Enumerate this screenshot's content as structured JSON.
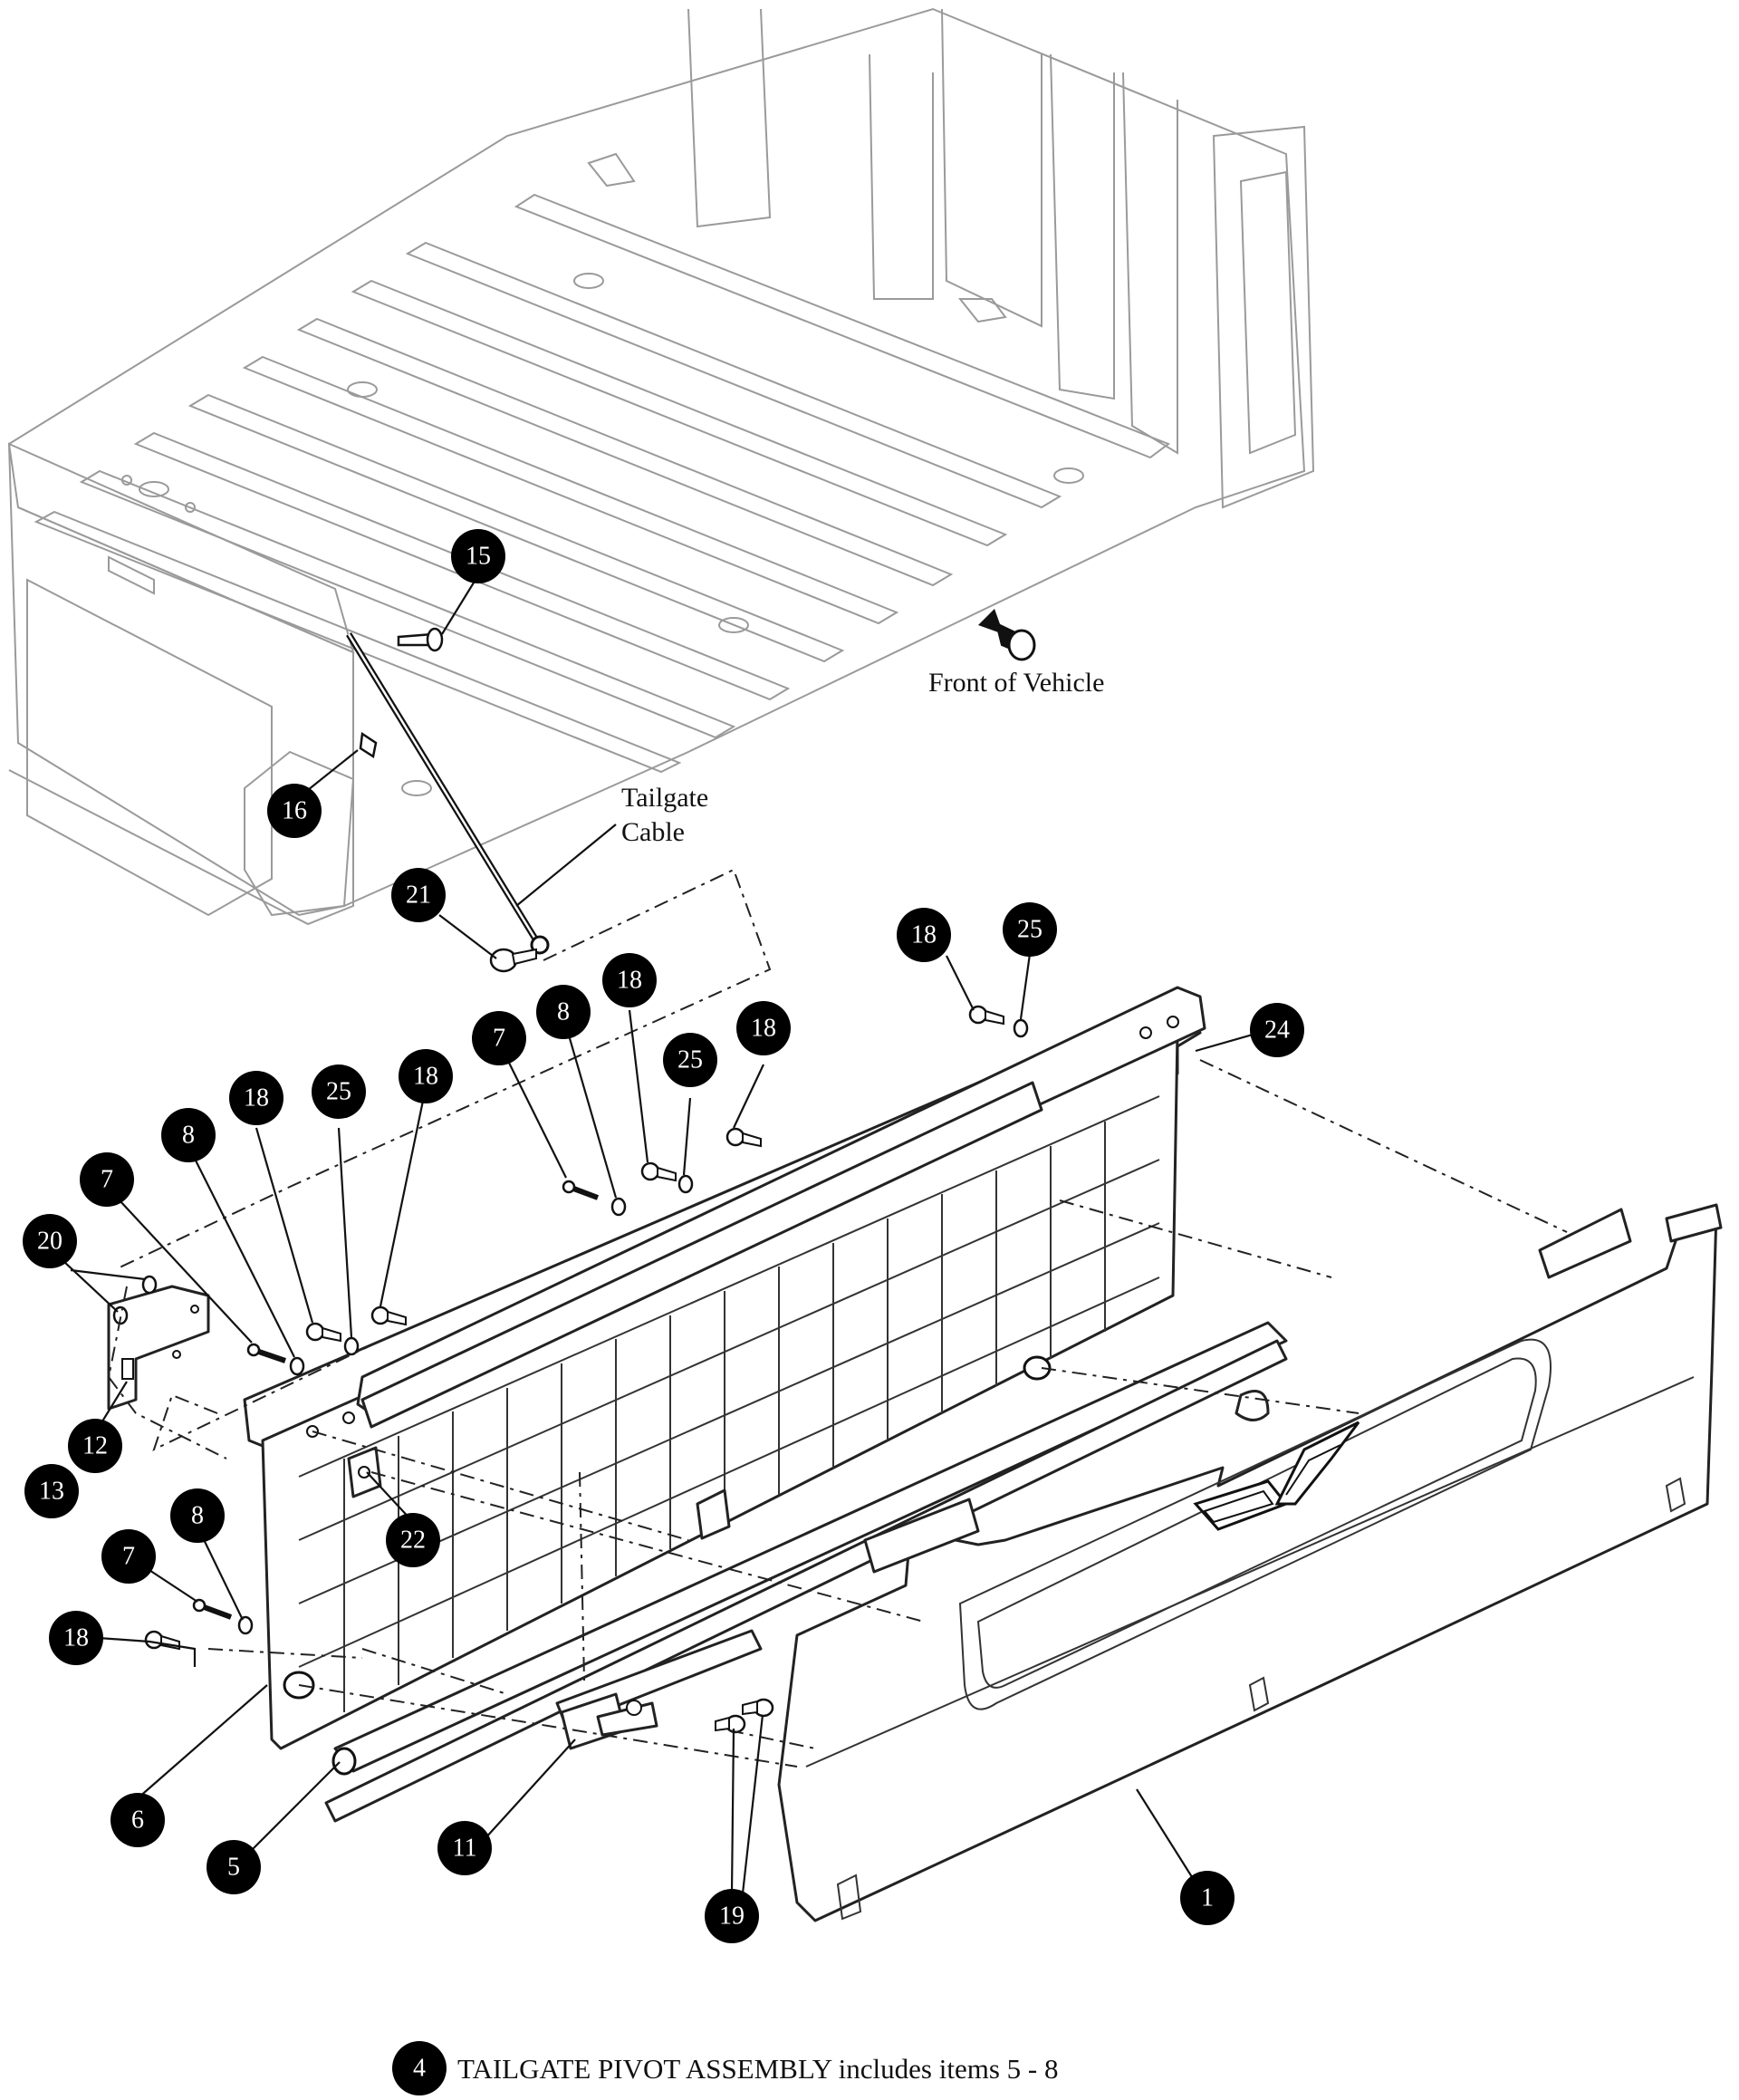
{
  "labels": {
    "front_of_vehicle": "Front of Vehicle",
    "tailgate_cable_line1": "Tailgate",
    "tailgate_cable_line2": "Cable"
  },
  "note": {
    "number": "4",
    "text": "TAILGATE PIVOT ASSEMBLY includes items 5 - 8"
  },
  "callouts": [
    {
      "id": "c15",
      "text": "15"
    },
    {
      "id": "c16",
      "text": "16"
    },
    {
      "id": "c21",
      "text": "21"
    },
    {
      "id": "c18a",
      "text": "18"
    },
    {
      "id": "c25a",
      "text": "25"
    },
    {
      "id": "c24",
      "text": "24"
    },
    {
      "id": "c7a",
      "text": "7"
    },
    {
      "id": "c8a",
      "text": "8"
    },
    {
      "id": "c18b",
      "text": "18"
    },
    {
      "id": "c25b",
      "text": "25"
    },
    {
      "id": "c18c",
      "text": "18"
    },
    {
      "id": "c18d",
      "text": "18"
    },
    {
      "id": "c25c",
      "text": "25"
    },
    {
      "id": "c18e",
      "text": "18"
    },
    {
      "id": "c8b",
      "text": "8"
    },
    {
      "id": "c7b",
      "text": "7"
    },
    {
      "id": "c20",
      "text": "20"
    },
    {
      "id": "c12",
      "text": "12"
    },
    {
      "id": "c13",
      "text": "13"
    },
    {
      "id": "c22",
      "text": "22"
    },
    {
      "id": "c8c",
      "text": "8"
    },
    {
      "id": "c7c",
      "text": "7"
    },
    {
      "id": "c18f",
      "text": "18"
    },
    {
      "id": "c6",
      "text": "6"
    },
    {
      "id": "c5",
      "text": "5"
    },
    {
      "id": "c11",
      "text": "11"
    },
    {
      "id": "c19",
      "text": "19"
    },
    {
      "id": "c1",
      "text": "1"
    }
  ]
}
